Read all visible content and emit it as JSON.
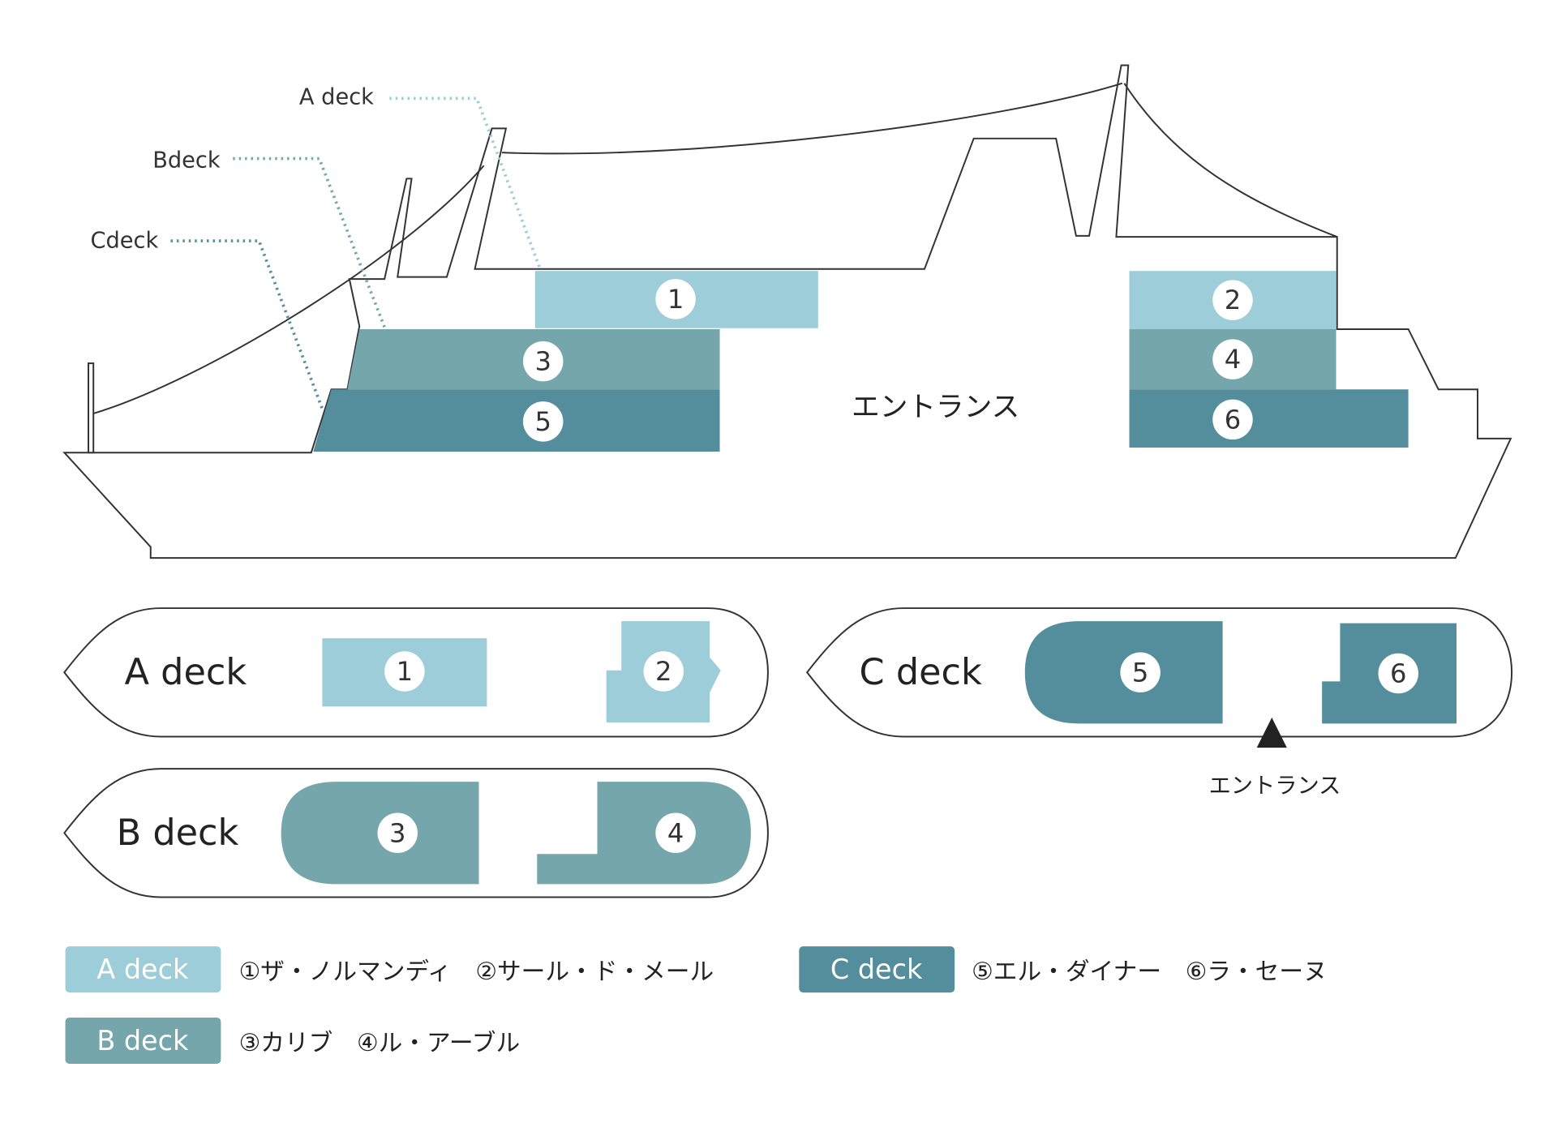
{
  "colors": {
    "a_deck": "#9ccdd9",
    "b_deck": "#74a6ab",
    "c_deck": "#548e9d",
    "outline": "#333333"
  },
  "side_view": {
    "labels": {
      "a": "A deck",
      "b": "Bdeck",
      "c": "Cdeck"
    },
    "entrance": "エントランス",
    "rooms": [
      "1",
      "2",
      "3",
      "4",
      "5",
      "6"
    ]
  },
  "plan": {
    "a": {
      "title": "A deck",
      "rooms": [
        "1",
        "2"
      ]
    },
    "b": {
      "title": "B deck",
      "rooms": [
        "3",
        "4"
      ]
    },
    "c": {
      "title": "C deck",
      "rooms": [
        "5",
        "6"
      ]
    },
    "entrance": "エントランス"
  },
  "legend": [
    {
      "deck": "A deck",
      "text": "①ザ・ノルマンディ　②サール・ド・メール"
    },
    {
      "deck": "C deck",
      "text": "⑤エル・ダイナー　⑥ラ・セーヌ"
    },
    {
      "deck": "B deck",
      "text": "③カリブ　④ル・アーブル"
    }
  ]
}
